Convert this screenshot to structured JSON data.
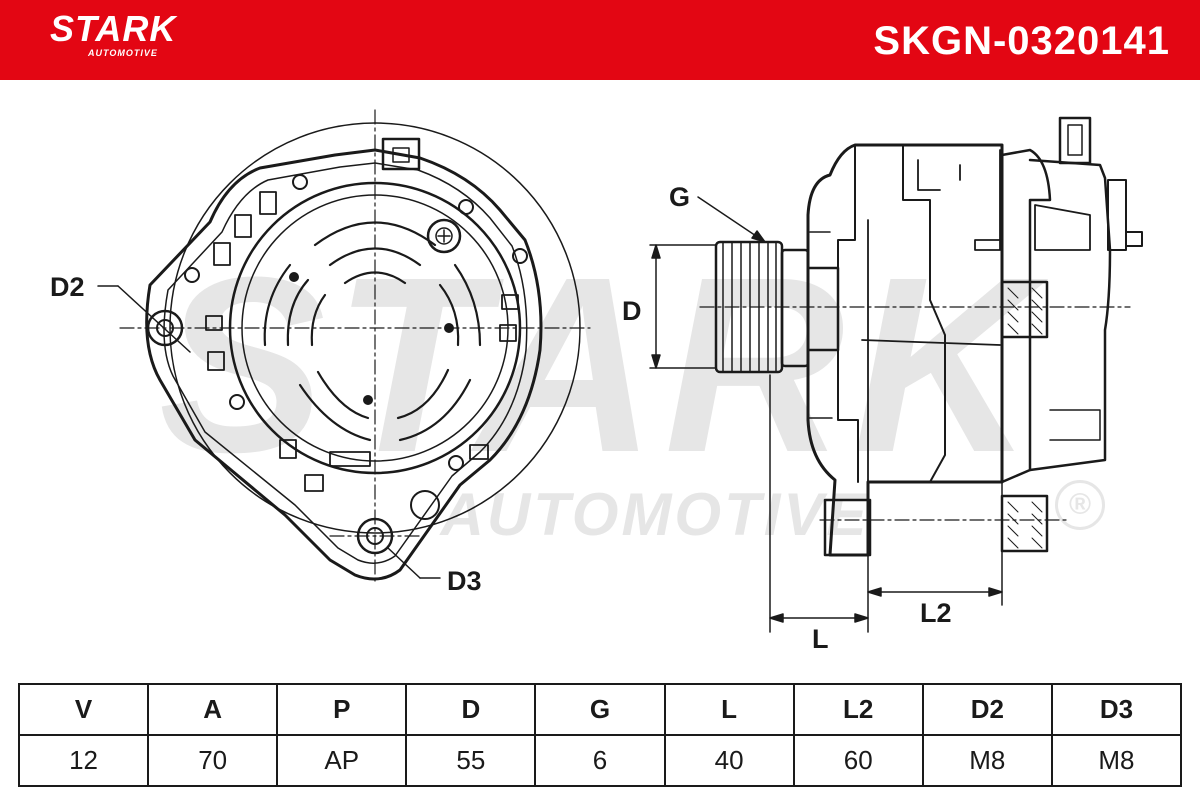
{
  "brand": {
    "name": "STARK",
    "tagline": "AUTOMOTIVE"
  },
  "part_number": "SKGN-0320141",
  "watermark": {
    "main": "STARK",
    "sub": "AUTOMOTIVE",
    "reg": "®"
  },
  "labels": {
    "d2": "D2",
    "d3": "D3",
    "g": "G",
    "d": "D",
    "l": "L",
    "l2": "L2"
  },
  "specs": {
    "headers": [
      "V",
      "A",
      "P",
      "D",
      "G",
      "L",
      "L2",
      "D2",
      "D3"
    ],
    "values": [
      "12",
      "70",
      "AP",
      "55",
      "6",
      "40",
      "60",
      "M8",
      "M8"
    ]
  },
  "colors": {
    "brand_red": "#e30613",
    "line": "#1a1a1a",
    "watermark": "#e6e6e6"
  }
}
